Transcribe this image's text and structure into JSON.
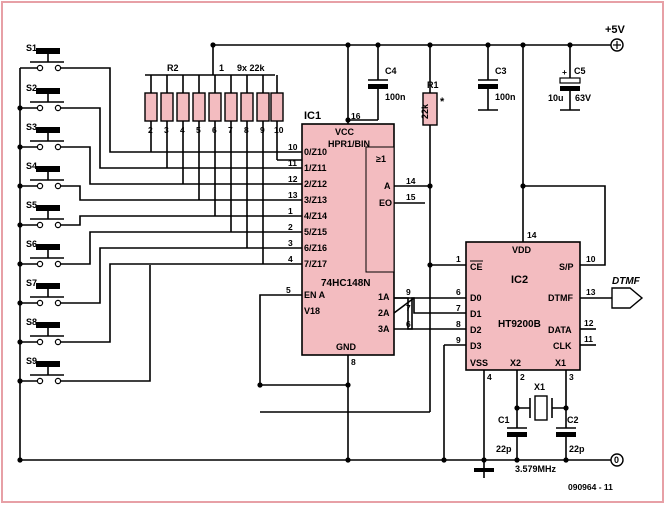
{
  "switches": [
    "S1",
    "S2",
    "S3",
    "S4",
    "S5",
    "S6",
    "S7",
    "S8",
    "S9"
  ],
  "r2": {
    "label": "R2",
    "spec": "9x 22k",
    "pin_common": "1",
    "pins": [
      "2",
      "3",
      "4",
      "5",
      "6",
      "7",
      "8",
      "9",
      "10"
    ]
  },
  "ic1": {
    "ref": "IC1",
    "part": "74HC148N",
    "vcc": "VCC",
    "mode": "HPR1/BIN",
    "gnd": "GND",
    "ge1": "≥1",
    "vcc_pin": "16",
    "gnd_pin": "8",
    "inputs": [
      {
        "label": "0/Z10",
        "pin": "10"
      },
      {
        "label": "1/Z11",
        "pin": "11"
      },
      {
        "label": "2/Z12",
        "pin": "12"
      },
      {
        "label": "3/Z13",
        "pin": "13"
      },
      {
        "label": "4/Z14",
        "pin": "1"
      },
      {
        "label": "5/Z15",
        "pin": "2"
      },
      {
        "label": "6/Z16",
        "pin": "3"
      },
      {
        "label": "7/Z17",
        "pin": "4"
      }
    ],
    "ena": {
      "label": "EN A",
      "pin": "5"
    },
    "v18": "V18",
    "a": {
      "label": "A",
      "pin": "14"
    },
    "eo": {
      "label": "EO",
      "pin": "15"
    },
    "outputs": [
      {
        "label": "1A",
        "pin": "9"
      },
      {
        "label": "2A",
        "pin": "7"
      },
      {
        "label": "3A",
        "pin": "6"
      }
    ]
  },
  "ic2": {
    "ref": "IC2",
    "part": "HT9200B",
    "vdd": "VDD",
    "vdd_pin": "14",
    "ce": {
      "label": "CE",
      "pin": "1"
    },
    "d": [
      {
        "label": "D0",
        "pin": "6"
      },
      {
        "label": "D1",
        "pin": "7"
      },
      {
        "label": "D2",
        "pin": "8"
      },
      {
        "label": "D3",
        "pin": "9"
      }
    ],
    "sp": {
      "label": "S/P",
      "pin": "10"
    },
    "dtmf": {
      "label": "DTMF",
      "pin": "13"
    },
    "data": {
      "label": "DATA",
      "pin": "12"
    },
    "clk": {
      "label": "CLK",
      "pin": "11"
    },
    "vss": {
      "label": "VSS",
      "pin": "4"
    },
    "x2": {
      "label": "X2",
      "pin": "2"
    },
    "x1": {
      "label": "X1",
      "pin": "3"
    }
  },
  "r1": {
    "label": "R1",
    "value": "22k",
    "mark": "*"
  },
  "c4": {
    "label": "C4",
    "value": "100n"
  },
  "c3": {
    "label": "C3",
    "value": "100n"
  },
  "c5": {
    "label": "C5",
    "value": "10u",
    "voltage": "63V"
  },
  "c1": {
    "label": "C1",
    "value": "22p"
  },
  "c2": {
    "label": "C2",
    "value": "22p"
  },
  "x1": {
    "label": "X1",
    "freq": "3.579MHz"
  },
  "supply": {
    "plus": "+5V",
    "zero": "0"
  },
  "dtmf_out": "DTMF",
  "figure_id": "090964 - 11"
}
